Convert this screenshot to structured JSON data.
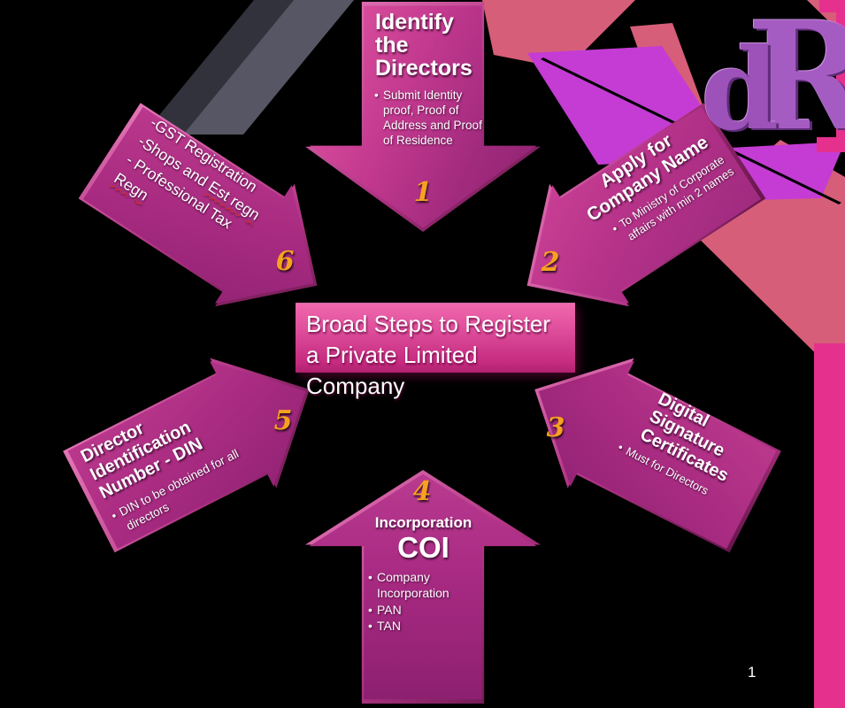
{
  "title": "Broad Steps to Register a Private Limited Company",
  "logo": {
    "d": "d",
    "r": "R"
  },
  "page_number": "1",
  "steps": {
    "s1": {
      "number": "1",
      "heading": "Identify the Directors",
      "bullet": "Submit Identity proof, Proof of Address and Proof of Residence"
    },
    "s2": {
      "number": "2",
      "heading": "Apply for Company Name",
      "bullet": "To Ministry of Corporate affairs with min 2 names"
    },
    "s3": {
      "number": "3",
      "heading": "Digital Signature Certificates",
      "bullet": "Must for Directors"
    },
    "s4": {
      "number": "4",
      "heading": "Incorporation",
      "subheading": "COI",
      "bullets": [
        "Company Incorporation",
        "PAN",
        "TAN"
      ]
    },
    "s5": {
      "number": "5",
      "heading": "Director Identification Number - DIN",
      "bullet": "DIN to be obtained for all directors"
    },
    "s6": {
      "number": "6",
      "line1": "-GST Registration",
      "line2_a": "-Shops and ",
      "line2_b": "Est regn",
      "line3": "- Professional Tax",
      "line4": "Regn"
    }
  },
  "colors": {
    "background": "#000000",
    "arrow_magenta": "#a82a82",
    "arrow_highlight": "#d84fa0",
    "title_box_top": "#f068ae",
    "title_box_bottom": "#c62b80",
    "number_orange": "#f6a11f",
    "ribbon_salmon": "#d65e79",
    "ribbon_magenta": "#c43cd4",
    "stripe_gray": "#565664",
    "edge_pink": "#e6308e",
    "logo_purple": "#9c52b8",
    "spellcheck_red": "#e03030",
    "text_white": "#ffffff"
  }
}
